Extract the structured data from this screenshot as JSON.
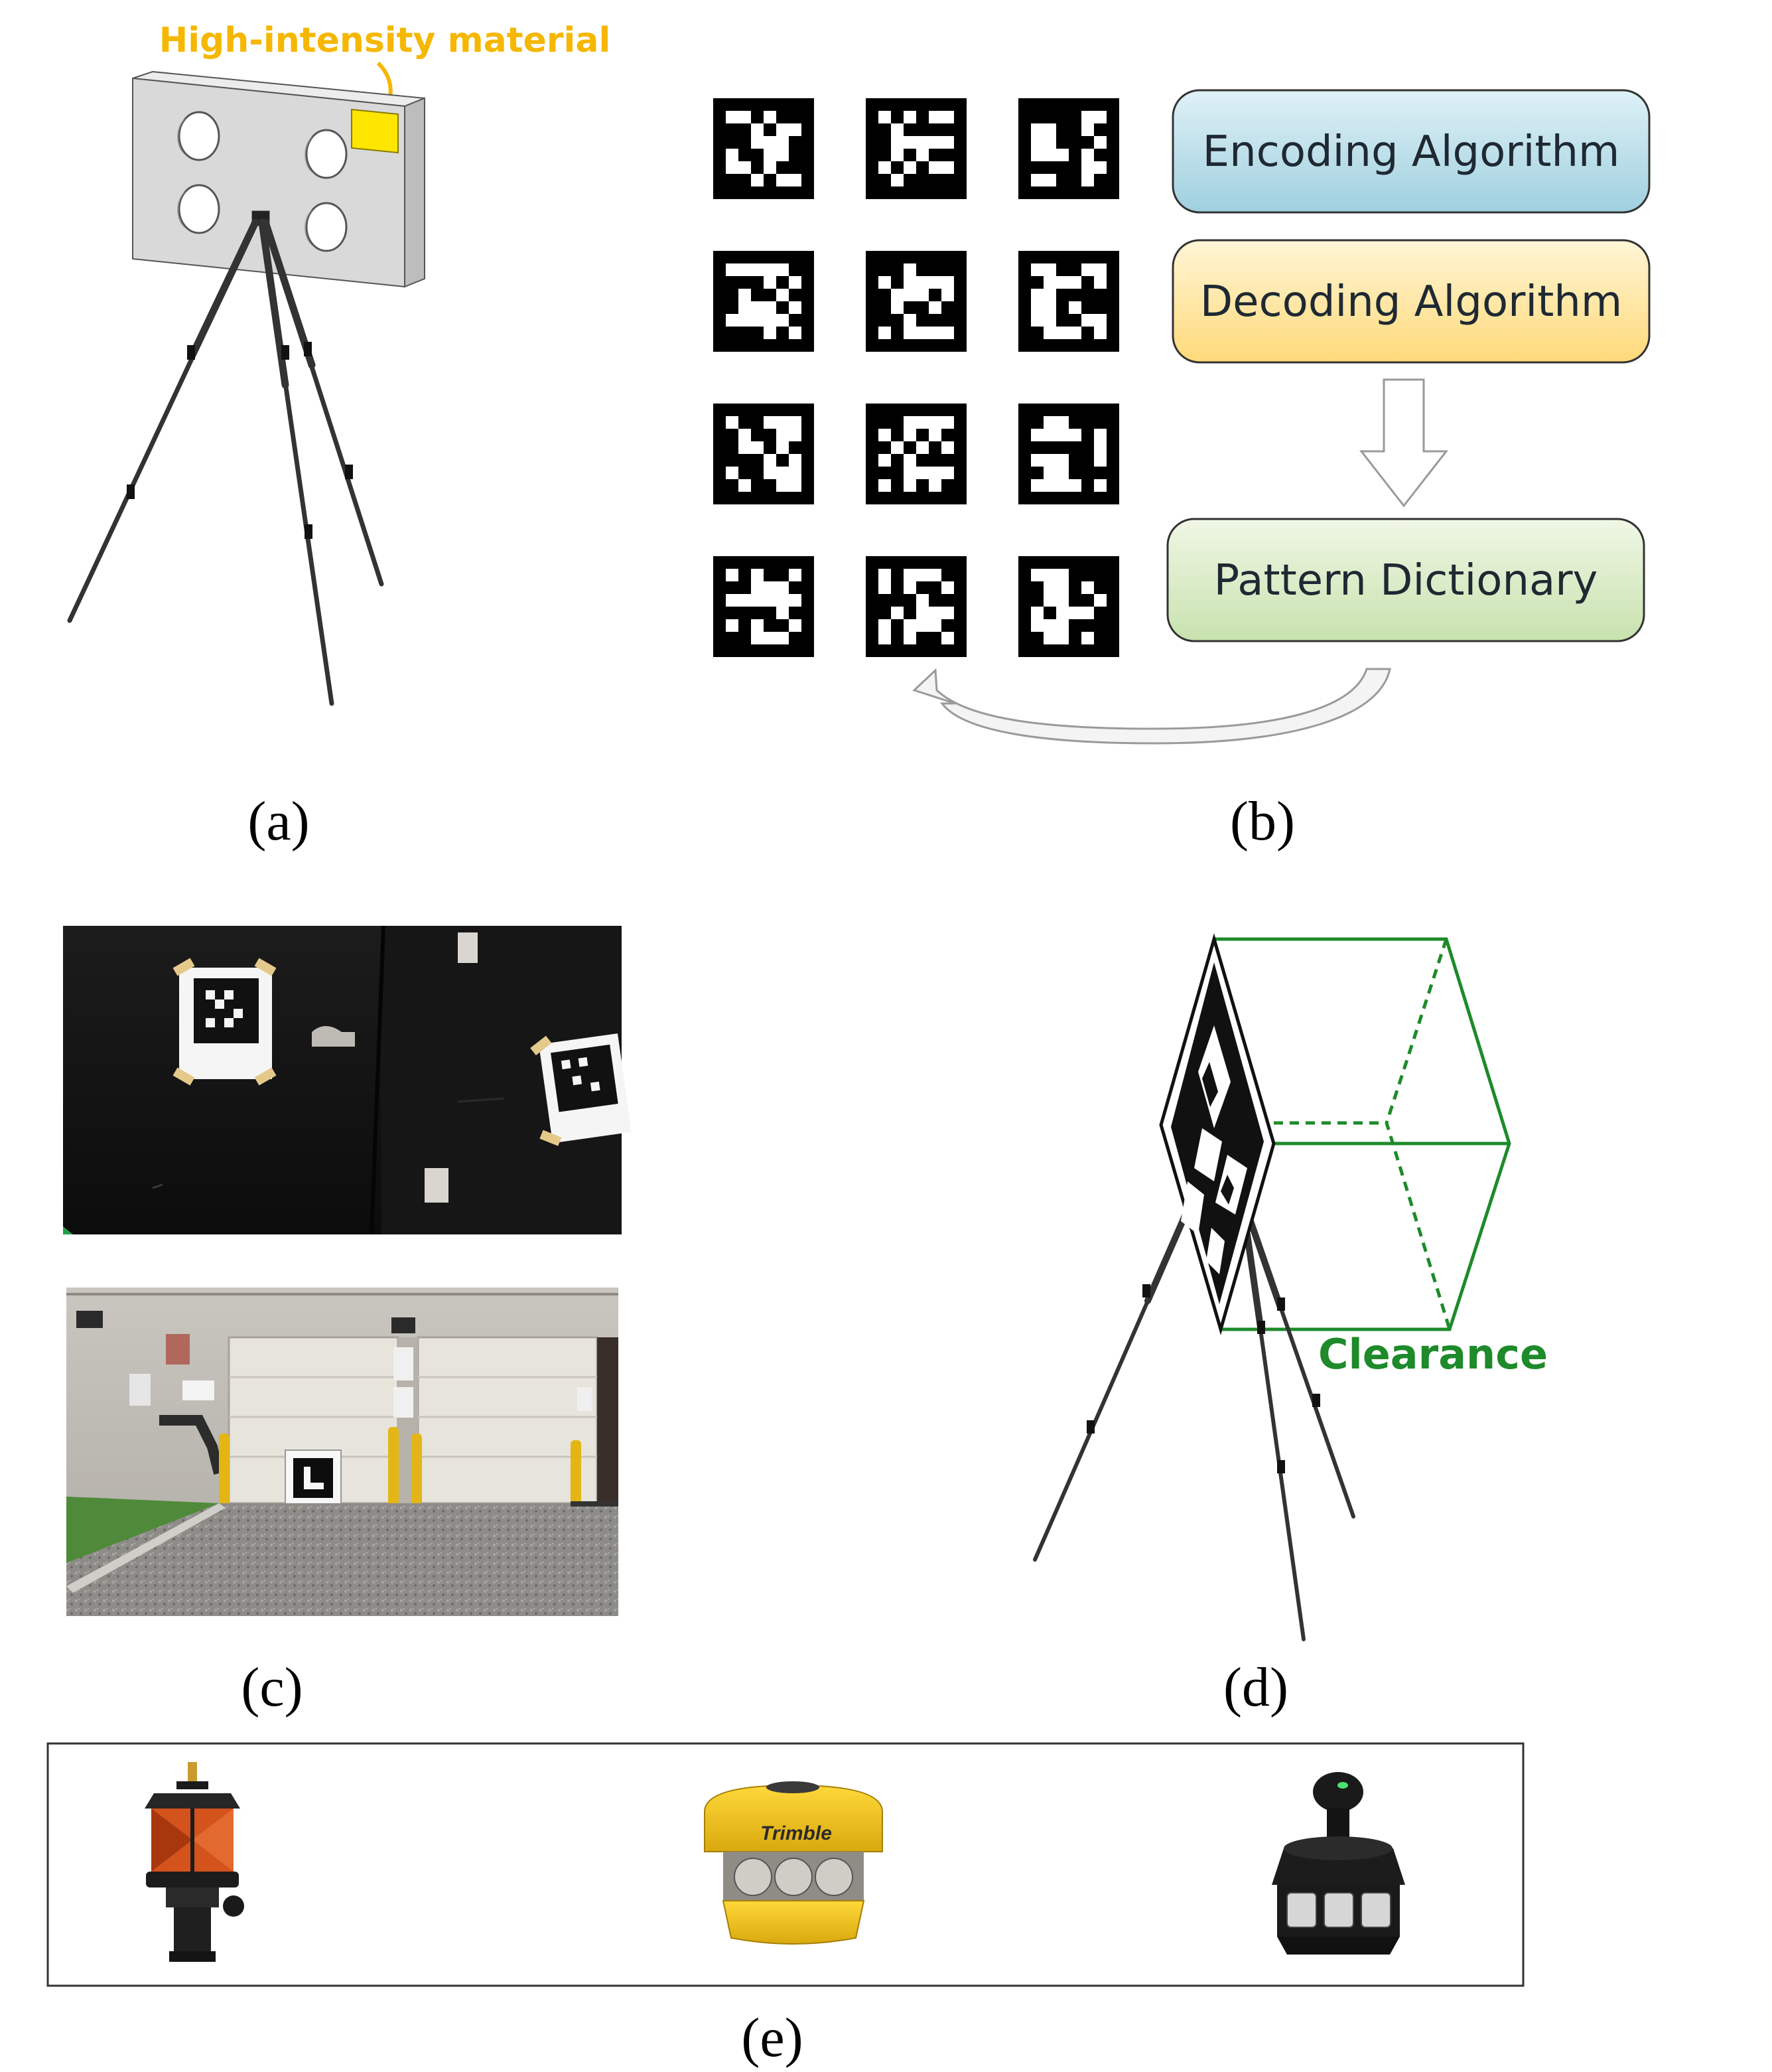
{
  "panels": {
    "a": {
      "label": "(a)",
      "annotation": "High-intensity material",
      "colors": {
        "annotation": "#f5b700",
        "patch": "#ffe600",
        "board": "#d9d9d9"
      }
    },
    "b": {
      "label": "(b)",
      "boxes": [
        {
          "text": "Encoding Algorithm",
          "color_top": "#dff1f7",
          "color_bottom": "#9fd0df"
        },
        {
          "text": "Decoding Algorithm",
          "color_top": "#fff6d6",
          "color_bottom": "#ffd97a"
        },
        {
          "text": "Pattern Dictionary",
          "color_top": "#f0f7e6",
          "color_bottom": "#c8e2ae"
        }
      ],
      "markers": [
        "101101011100001110100010",
        "110100001111010001001011",
        "011010100001111001101001",
        "100011011110000101011101",
        "001100110010011011000111",
        "110001010101100011101101"
      ]
    },
    "c": {
      "label": "(c)"
    },
    "d": {
      "label": "(d)",
      "annotation": "Clearance",
      "colors": {
        "clearance": "#1e8a2a"
      }
    },
    "e": {
      "label": "(e)",
      "logo_text": "Trimble",
      "colors": {
        "prism_glass": "#d4521c",
        "trimble_yellow": "#f2c419"
      }
    }
  }
}
